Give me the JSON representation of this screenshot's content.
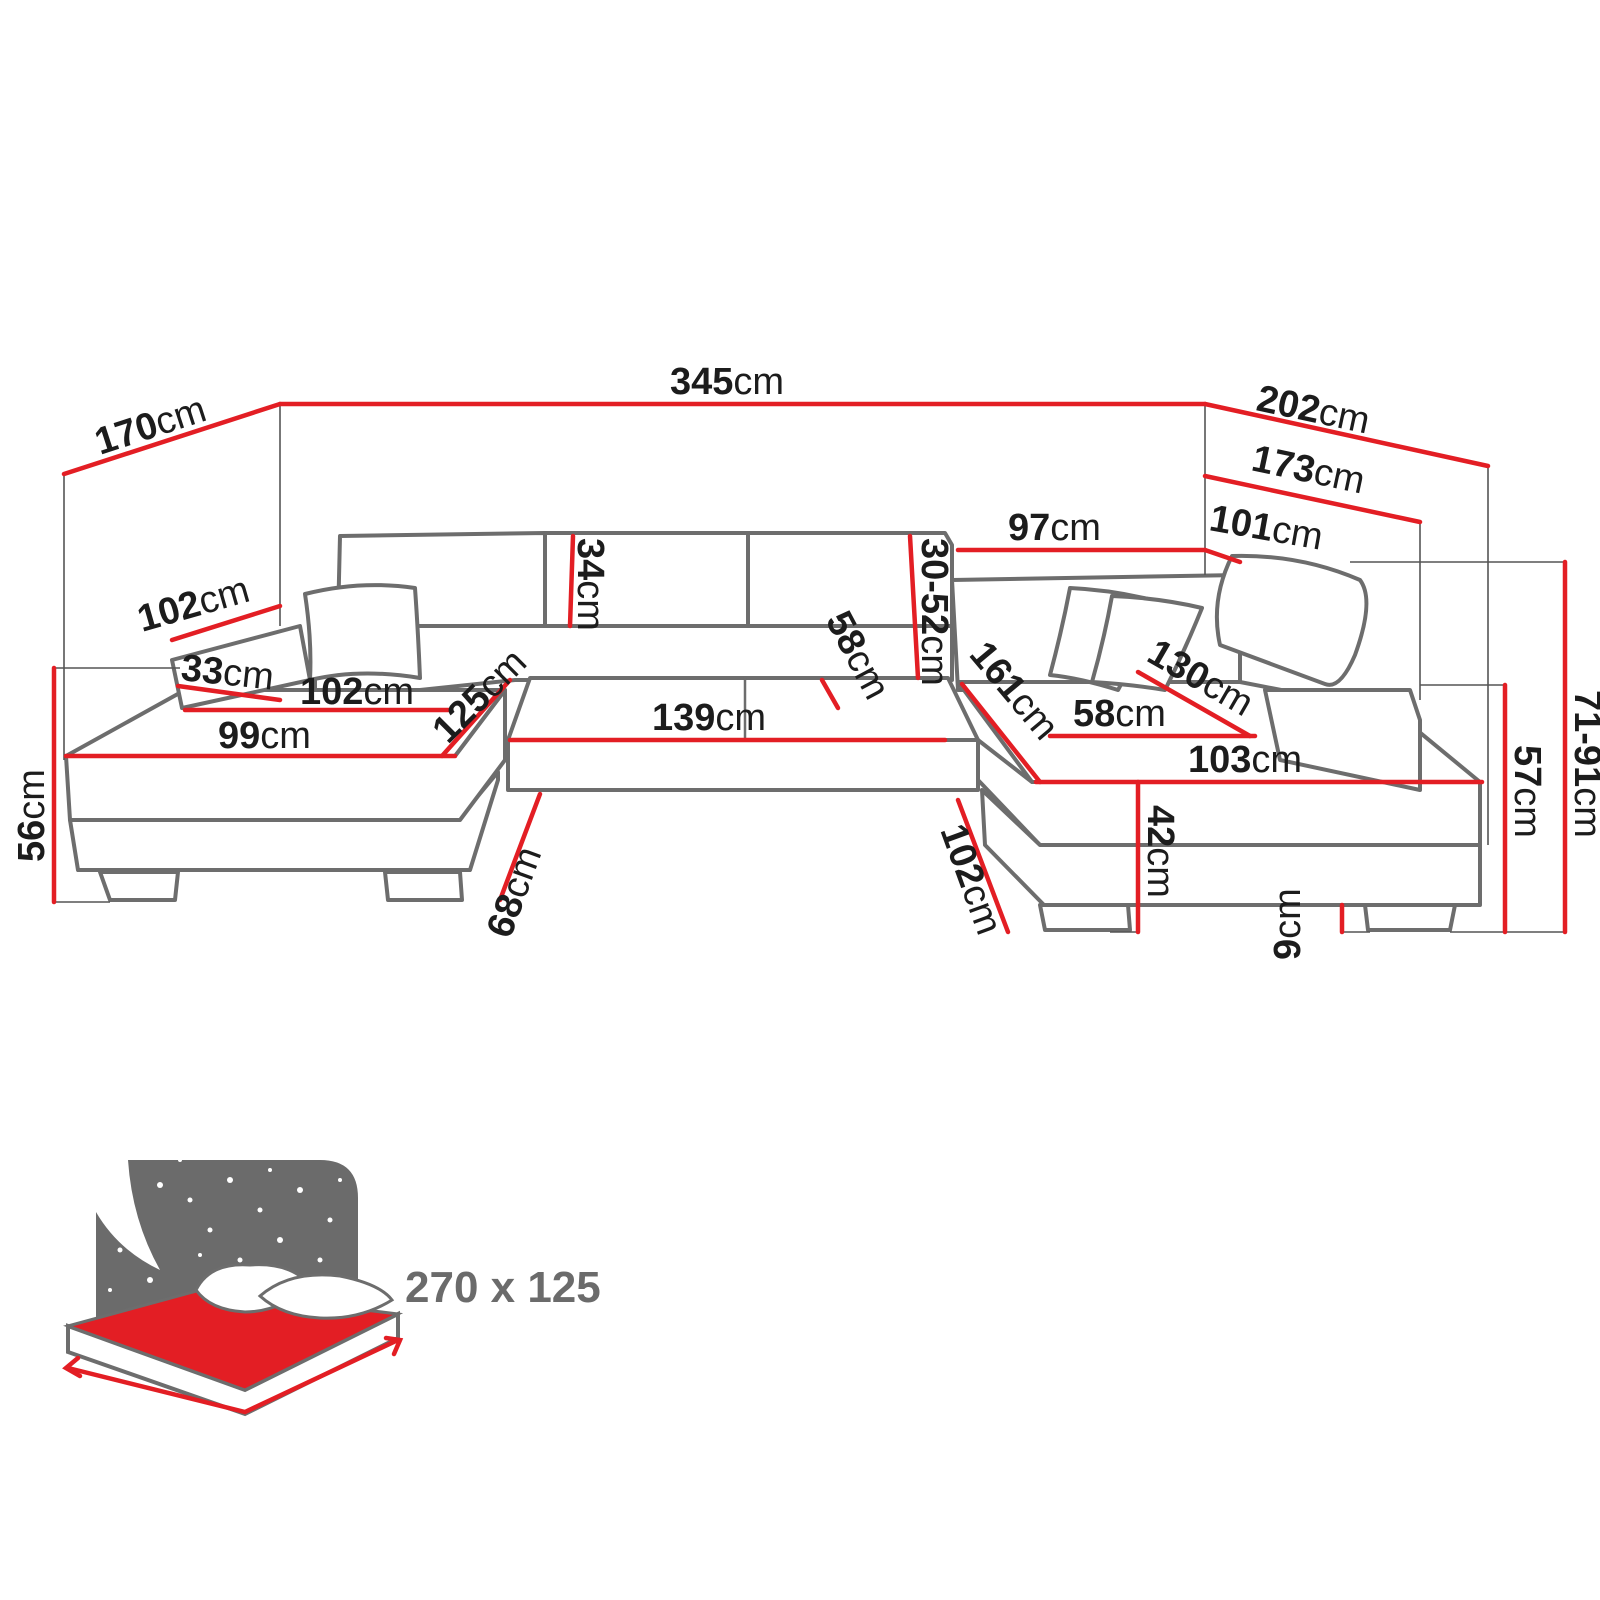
{
  "unit": "cm",
  "colors": {
    "dimension_line": "#e31e24",
    "outline": "#6d6d6d",
    "text": "#1c1c1c",
    "bed_night": "#6b6b6b",
    "bed_sheet": "#e31e24"
  },
  "dimensions": {
    "total_width": "345",
    "left_depth": "170",
    "right_depth_outer": "202",
    "right_depth_mid": "173",
    "right_depth_inner": "101",
    "left_armrest_length": "102",
    "armrest_width": "33",
    "left_inner_length": "102",
    "left_chaise_diag": "125",
    "left_seat_width": "99",
    "backrest_height": "34",
    "headrest_adjust": "30-52",
    "middle_seat_width": "139",
    "seat_depth": "58",
    "right_back_width": "97",
    "right_chaise_diag": "161",
    "right_seat_depth": "58",
    "right_chaise_length": "130",
    "right_seat_width": "103",
    "left_height": "56",
    "chaise_front_left": "68",
    "chaise_front_right": "102",
    "seat_height": "42",
    "leg_height": "9",
    "arm_height": "57",
    "total_height": "71-91"
  },
  "bed": {
    "label": "270 x 125",
    "icon": "sleeping-bed-icon"
  }
}
